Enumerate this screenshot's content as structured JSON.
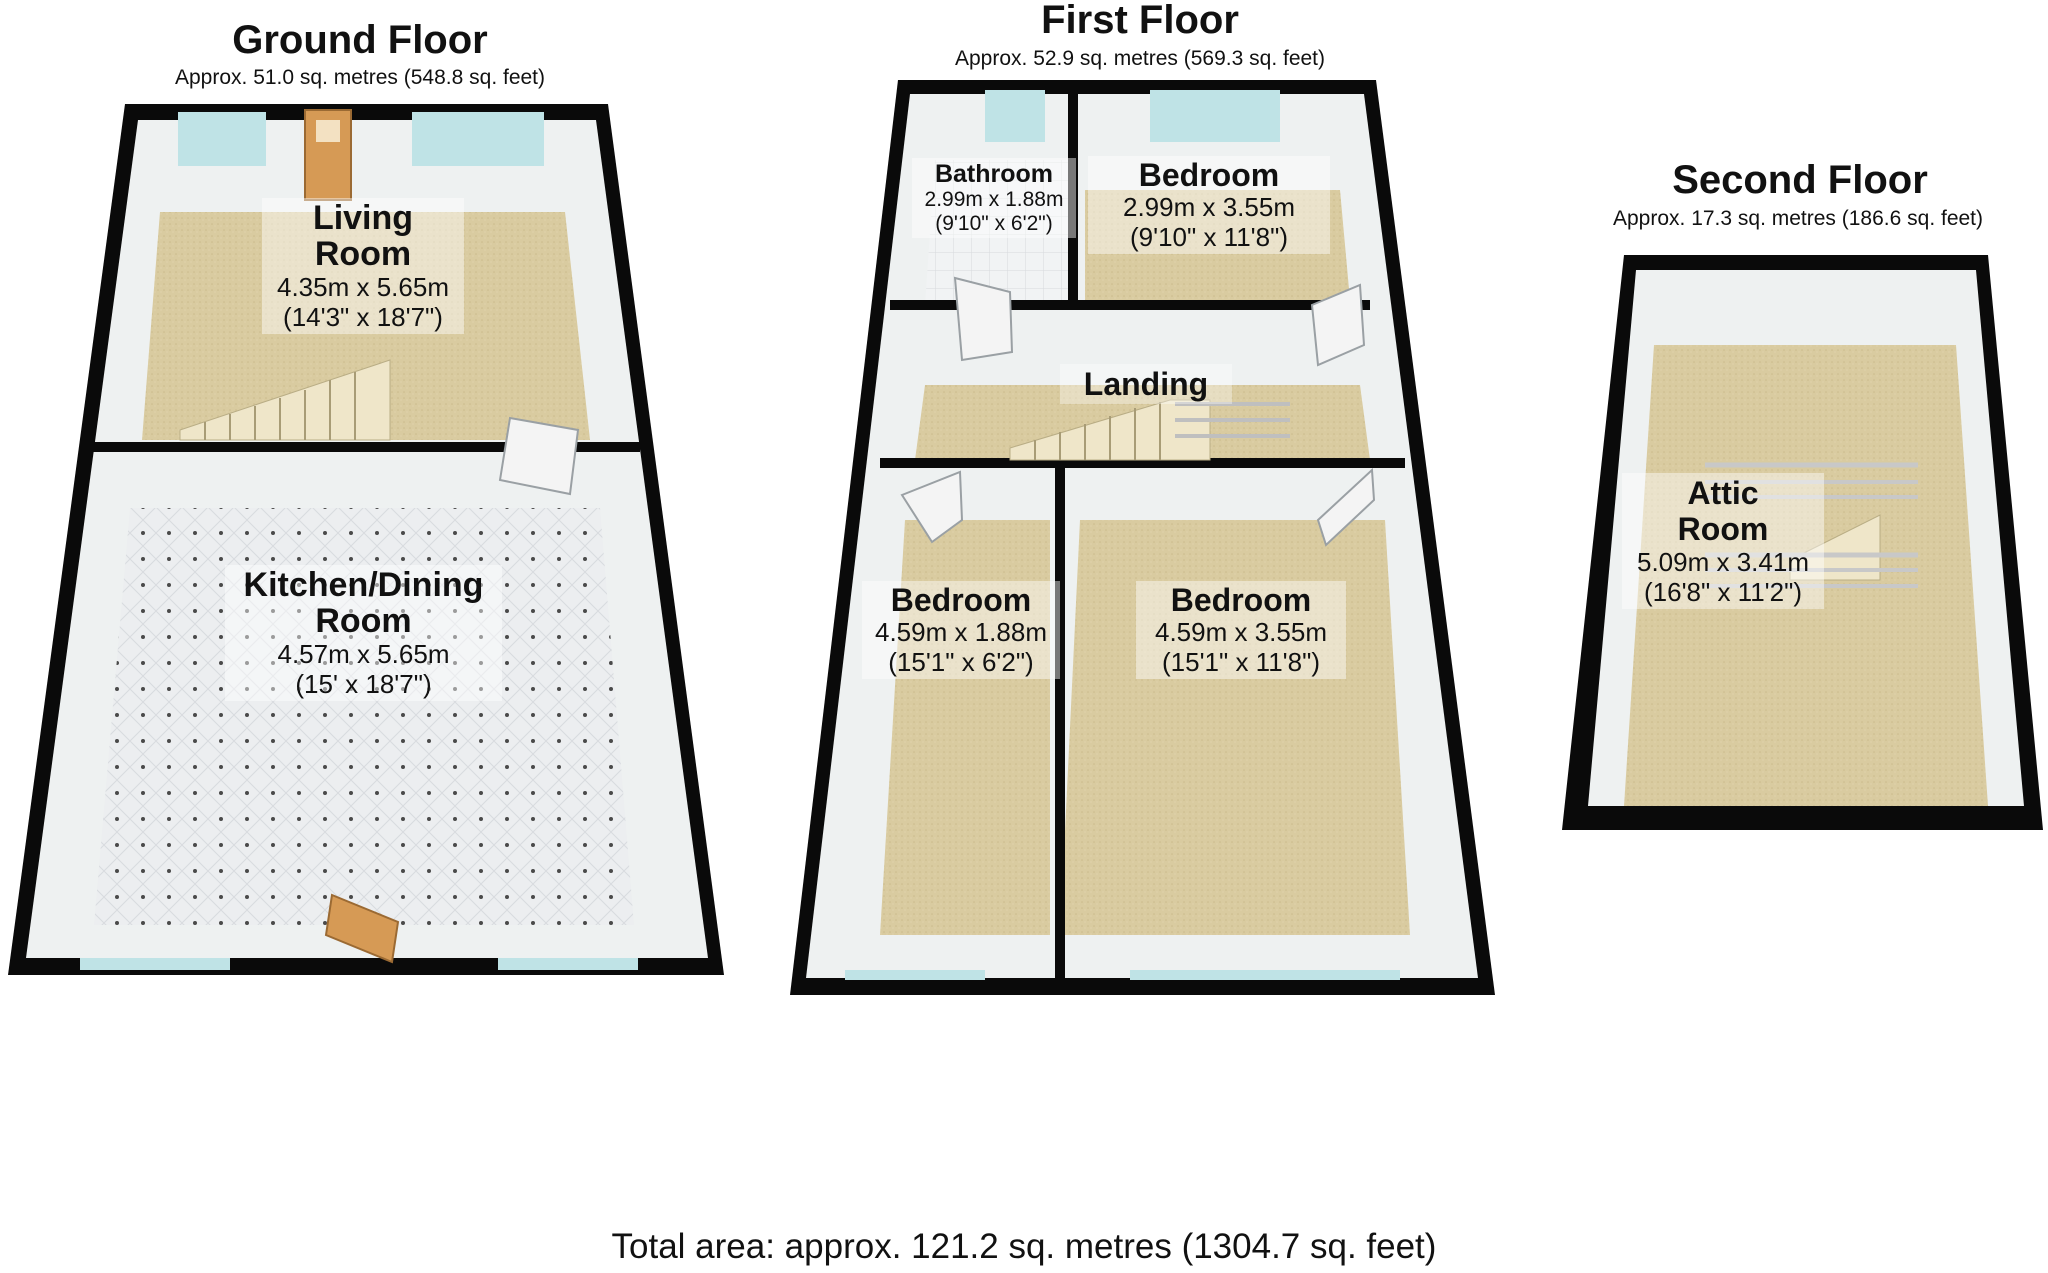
{
  "floors": {
    "ground": {
      "title": "Ground Floor",
      "area": "Approx. 51.0 sq. metres (548.8 sq. feet)",
      "rooms": {
        "living": {
          "name_line1": "Living",
          "name_line2": "Room",
          "dim_m": "4.35m x 5.65m",
          "dim_ft": "(14'3\" x 18'7\")"
        },
        "kitchen": {
          "name_line1": "Kitchen/Dining",
          "name_line2": "Room",
          "dim_m": "4.57m x 5.65m",
          "dim_ft": "(15' x 18'7\")"
        }
      }
    },
    "first": {
      "title": "First Floor",
      "area": "Approx. 52.9 sq. metres (569.3 sq. feet)",
      "rooms": {
        "bathroom": {
          "name": "Bathroom",
          "dim_m": "2.99m x 1.88m",
          "dim_ft": "(9'10\" x 6'2\")"
        },
        "bedroom_front": {
          "name": "Bedroom",
          "dim_m": "2.99m x 3.55m",
          "dim_ft": "(9'10\" x 11'8\")"
        },
        "landing": {
          "name": "Landing"
        },
        "bedroom_small": {
          "name": "Bedroom",
          "dim_m": "4.59m x 1.88m",
          "dim_ft": "(15'1\" x 6'2\")"
        },
        "bedroom_rear": {
          "name": "Bedroom",
          "dim_m": "4.59m x 3.55m",
          "dim_ft": "(15'1\" x 11'8\")"
        }
      }
    },
    "second": {
      "title": "Second Floor",
      "area": "Approx. 17.3 sq. metres (186.6 sq. feet)",
      "rooms": {
        "attic": {
          "name_line1": "Attic",
          "name_line2": "Room",
          "dim_m": "5.09m x 3.41m",
          "dim_ft": "(16'8\" x 11'2\")"
        }
      }
    }
  },
  "total_area": "Total area: approx. 121.2 sq. metres (1304.7 sq. feet)",
  "colors": {
    "wall": "#0a0a0a",
    "carpet": "#d9cba0",
    "wall_face": "#eef1f1",
    "window": "#bfe3e6",
    "door_wood": "#d69a55",
    "tile": "#eceef0"
  }
}
